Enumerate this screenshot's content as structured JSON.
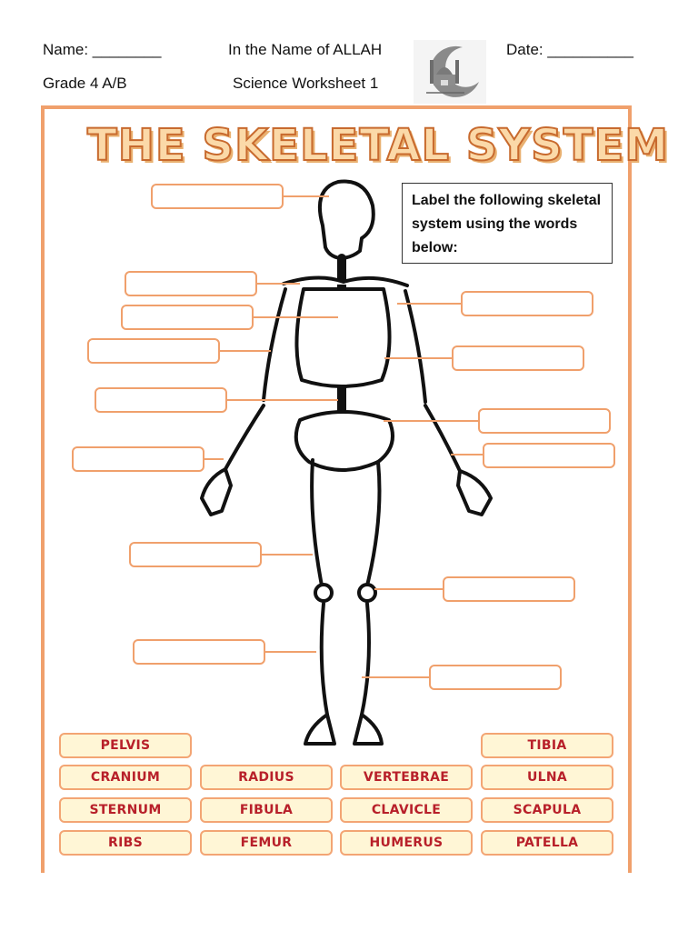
{
  "header": {
    "name_field": "Name: ________",
    "title_line": "In the Name of ALLAH",
    "date_field": "Date: __________",
    "grade": "Grade 4 A/B",
    "worksheet": "Science Worksheet 1"
  },
  "worksheet": {
    "title": "THE SKELETAL SYSTEM",
    "instructions": "Label the following skeletal system using the words below:",
    "label_box_count": 14,
    "word_bank": [
      "PELVIS",
      "TIBIA",
      "CRANIUM",
      "RADIUS",
      "VERTEBRAE",
      "ULNA",
      "STERNUM",
      "FIBULA",
      "CLAVICLE",
      "SCAPULA",
      "RIBS",
      "FEMUR",
      "HUMERUS",
      "PATELLA"
    ]
  },
  "colors": {
    "accent_border": "#f0a06c",
    "word_text": "#b8202a",
    "word_fill": "#fff6d6",
    "title_fill": "#fbd9a8",
    "title_outline": "#c86a2e"
  },
  "icons": {
    "logo": "mosque-crescent-logo-icon"
  }
}
